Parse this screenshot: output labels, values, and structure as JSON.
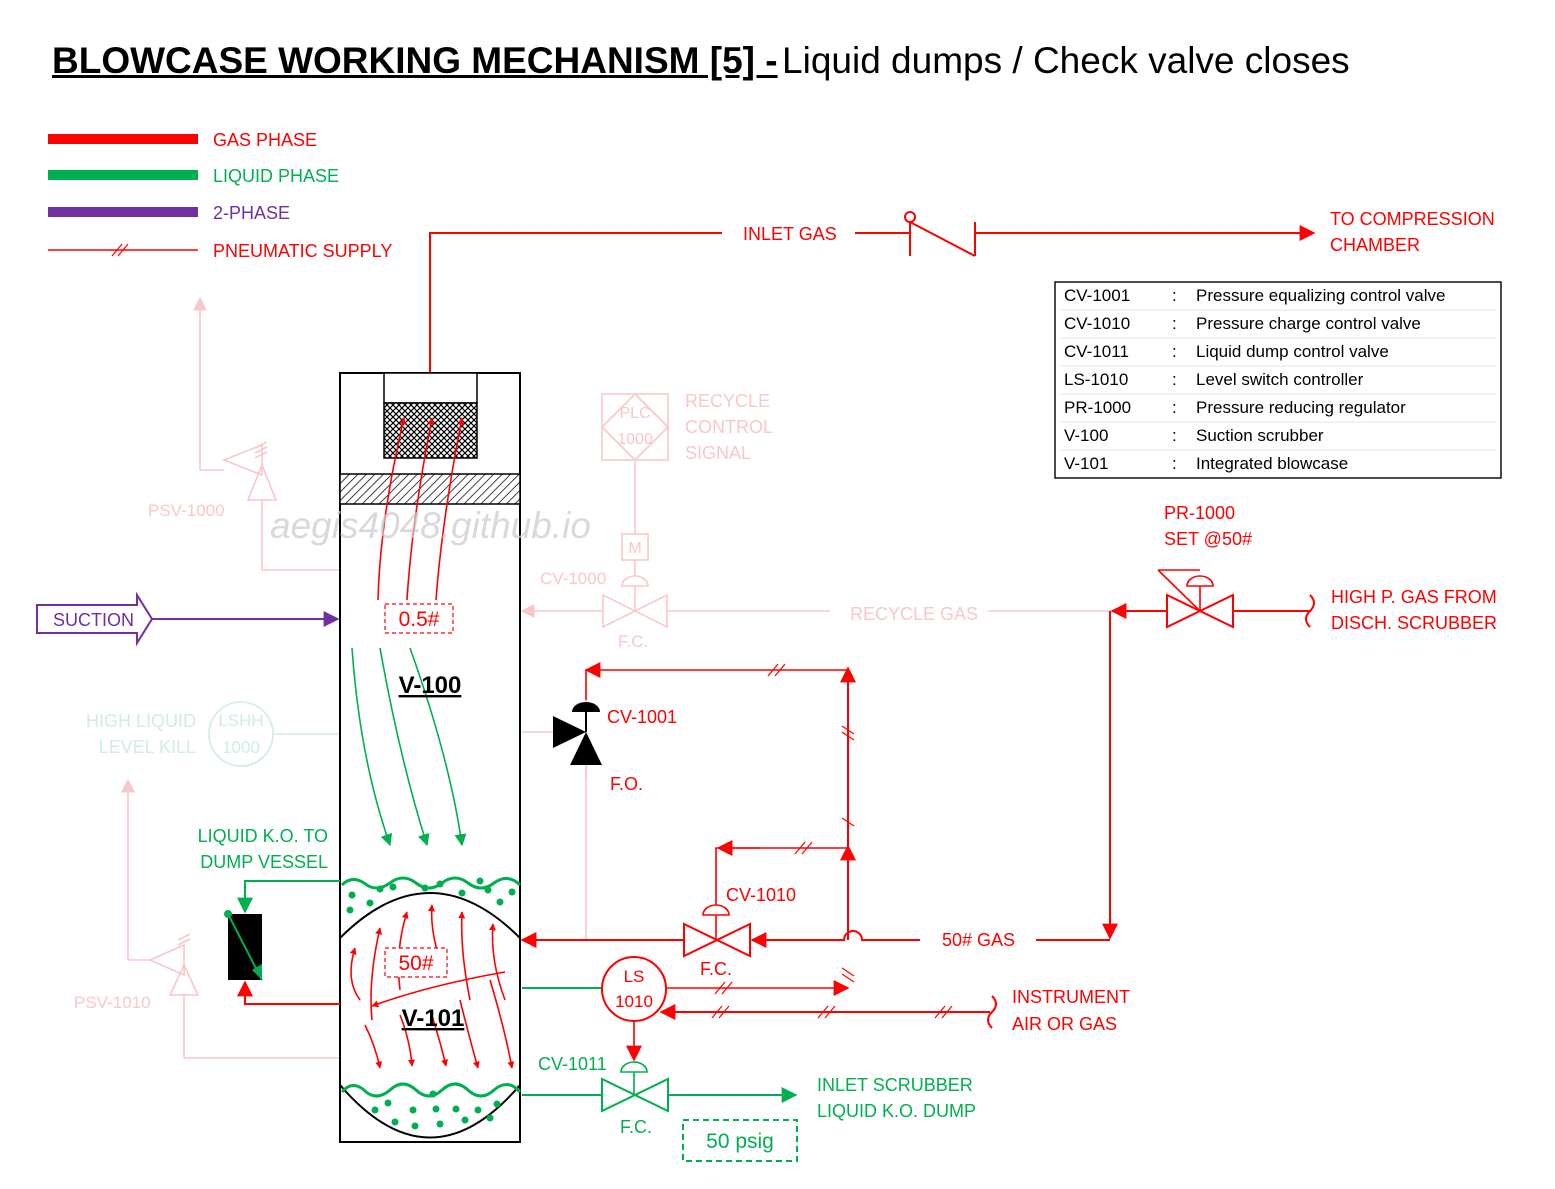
{
  "title": {
    "bold": "BLOWCASE WORKING MECHANISM [5] -",
    "normal": "Liquid dumps / Check valve closes"
  },
  "watermark": "aegis4048.github.io",
  "legend": [
    {
      "label": "GAS PHASE",
      "color": "#ff0000"
    },
    {
      "label": "LIQUID PHASE",
      "color": "#00b050"
    },
    {
      "label": "2-PHASE",
      "color": "#7030a0"
    },
    {
      "label": "PNEUMATIC SUPPLY",
      "color": "#ff0000"
    }
  ],
  "colors": {
    "gas": "#ff0000",
    "liquid": "#00b050",
    "two_phase": "#7030a0",
    "faded_red": "#f8c8c8",
    "faded_green": "#cfeedd",
    "black": "#000000"
  },
  "table": [
    {
      "tag": "CV-1001",
      "sep": ":",
      "desc": "Pressure equalizing control valve"
    },
    {
      "tag": "CV-1010",
      "sep": ":",
      "desc": "Pressure charge control valve"
    },
    {
      "tag": "CV-1011",
      "sep": ":",
      "desc": "Liquid dump control valve"
    },
    {
      "tag": "LS-1010",
      "sep": ":",
      "desc": "Level switch controller"
    },
    {
      "tag": "PR-1000",
      "sep": ":",
      "desc": "Pressure reducing regulator"
    },
    {
      "tag": "V-100",
      "sep": ":",
      "desc": "Suction scrubber"
    },
    {
      "tag": "V-101",
      "sep": ":",
      "desc": "Integrated blowcase"
    }
  ],
  "labels": {
    "inlet_gas": "INLET GAS",
    "to_compression": [
      "TO COMPRESSION",
      "CHAMBER"
    ],
    "suction": "SUCTION",
    "v100": "V-100",
    "v101": "V-101",
    "pressure_top": "0.5#",
    "pressure_bottom": "50#",
    "cv1001": "CV-1001",
    "cv1001_fail": "F.O.",
    "cv1010": "CV-1010",
    "cv1010_fail": "F.C.",
    "cv1011": "CV-1011",
    "cv1011_fail": "F.C.",
    "cv1000": "CV-1000",
    "cv1000_fail": "F.C.",
    "ls_tag": [
      "LS",
      "1010"
    ],
    "pr1000": [
      "PR-1000",
      "SET @50#"
    ],
    "high_p_gas": [
      "HIGH P. GAS FROM",
      "DISCH. SCRUBBER"
    ],
    "gas_50": "50# GAS",
    "instrument": [
      "INSTRUMENT",
      "AIR OR GAS"
    ],
    "liquid_ko": [
      "LIQUID K.O. TO",
      "DUMP VESSEL"
    ],
    "inlet_scrubber": [
      "INLET SCRUBBER",
      "LIQUID K.O. DUMP"
    ],
    "psig": "50 psig",
    "recycle_control": [
      "RECYCLE",
      "CONTROL",
      "SIGNAL"
    ],
    "plc": [
      "PLC",
      "1000"
    ],
    "motor": "M",
    "recycle_gas": "RECYCLE GAS",
    "psv1000": "PSV-1000",
    "psv1010": "PSV-1010",
    "high_liquid": [
      "HIGH LIQUID",
      "LEVEL KILL"
    ],
    "lshh": [
      "LSHH",
      "1000"
    ]
  }
}
